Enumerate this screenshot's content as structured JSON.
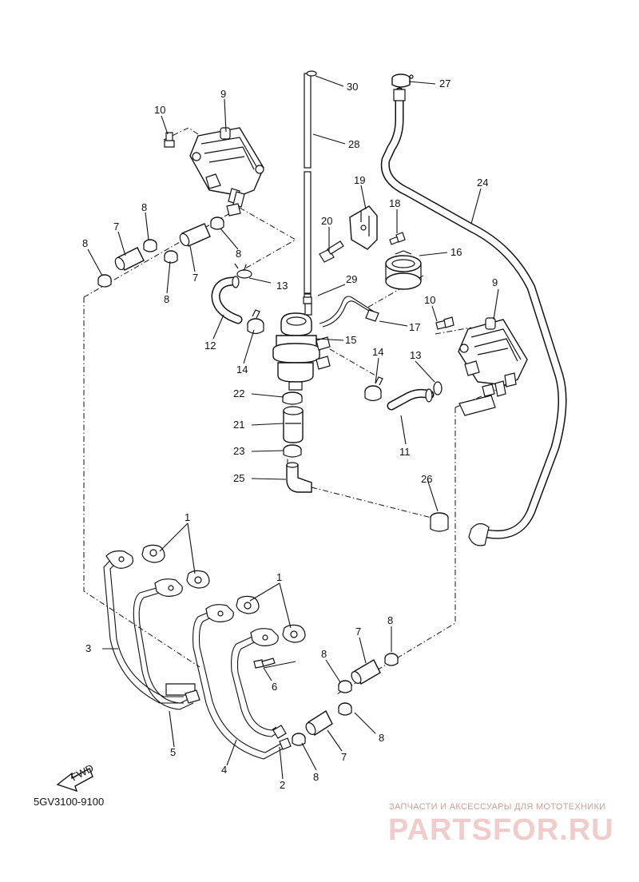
{
  "diagram_code": "5GV3100-9100",
  "fwd_label": "FWD",
  "watermark": {
    "caption": "ЗАПЧАСТИ И АКСЕССУАРЫ ДЛЯ МОТОТЕХНИКИ",
    "brand": "PARTSFOR.RU"
  },
  "callouts": {
    "n1a": "1",
    "n1b": "1",
    "n2": "2",
    "n3": "3",
    "n4": "4",
    "n5": "5",
    "n6": "6",
    "n7a": "7",
    "n7b": "7",
    "n7c": "7",
    "n7d": "7",
    "n8a": "8",
    "n8b": "8",
    "n8c": "8",
    "n8d": "8",
    "n8e": "8",
    "n8f": "8",
    "n8g": "8",
    "n8h": "8",
    "n9a": "9",
    "n9b": "9",
    "n10a": "10",
    "n10b": "10",
    "n11": "11",
    "n12": "12",
    "n13a": "13",
    "n13b": "13",
    "n14a": "14",
    "n14b": "14",
    "n15": "15",
    "n16": "16",
    "n17": "17",
    "n18": "18",
    "n19": "19",
    "n20": "20",
    "n21": "21",
    "n22": "22",
    "n23": "23",
    "n24": "24",
    "n25": "25",
    "n26": "26",
    "n27": "27",
    "n28": "28",
    "n29": "29",
    "n30": "30"
  }
}
